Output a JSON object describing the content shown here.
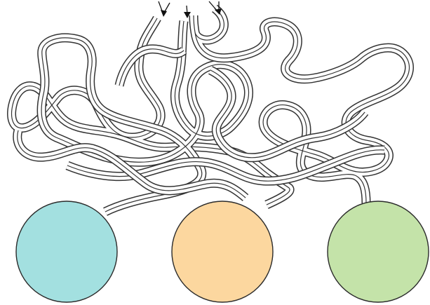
{
  "puzzle": {
    "type": "tangled-tubes-maze",
    "start_arrows": [
      {
        "id": "left",
        "icon": "down-arrow-icon"
      },
      {
        "id": "middle",
        "icon": "down-arrow-icon"
      },
      {
        "id": "right",
        "icon": "down-arrow-icon"
      }
    ],
    "targets": [
      {
        "id": "teal",
        "color": "#a3e0e0"
      },
      {
        "id": "orange",
        "color": "#fcd79f"
      },
      {
        "id": "green",
        "color": "#c4e3a9"
      }
    ],
    "outline_color": "#333333",
    "background": "#ffffff"
  }
}
